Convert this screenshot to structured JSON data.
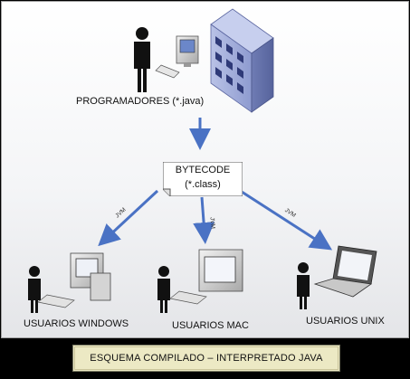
{
  "diagram": {
    "top_node": {
      "label": "PROGRAMADORES (*.java)"
    },
    "center_node": {
      "line1": "BYTECODE",
      "line2": "(*.class)"
    },
    "edges": [
      {
        "from": "PROGRAMADORES",
        "to": "BYTECODE",
        "label": ""
      },
      {
        "from": "BYTECODE",
        "to": "USUARIOS WINDOWS",
        "label": "JVM"
      },
      {
        "from": "BYTECODE",
        "to": "USUARIOS MAC",
        "label": "JVM"
      },
      {
        "from": "BYTECODE",
        "to": "USUARIOS UNIX",
        "label": "JVM"
      }
    ],
    "bottom_nodes": [
      {
        "label": "USUARIOS WINDOWS"
      },
      {
        "label": "USUARIOS MAC"
      },
      {
        "label": "USUARIOS UNIX"
      }
    ],
    "caption": "ESQUEMA COMPILADO – INTERPRETADO JAVA"
  },
  "colors": {
    "arrow": "#4a72c4",
    "caption_bg": "#ece9c4",
    "building": "#8a96c8"
  },
  "icons": [
    "person-icon",
    "desktop-computer-icon",
    "office-building-icon",
    "windows-pc-icon",
    "mac-computer-icon",
    "laptop-icon"
  ]
}
